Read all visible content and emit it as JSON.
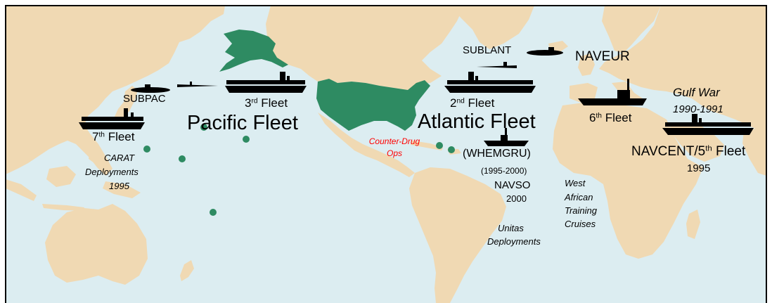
{
  "colors": {
    "ocean": "#dcedf1",
    "land": "#f0d9b3",
    "usa": "#2e8b62",
    "alaska": "#2e8b62",
    "dot": "#2e8b62",
    "ship": "#000000",
    "counter_drug_text": "#ff0000",
    "frame": "#000000"
  },
  "labels": {
    "subpac": "SUBPAC",
    "sublant": "SUBLANT",
    "naveur": "NAVEUR",
    "third_fleet_num": "3",
    "third_fleet_sup": "rd",
    "third_fleet_word": " Fleet",
    "second_fleet_num": "2",
    "second_fleet_sup": "nd",
    "second_fleet_word": " Fleet",
    "seventh_fleet_num": "7",
    "seventh_fleet_sup": "th",
    "seventh_fleet_word": " Fleet",
    "sixth_fleet_num": "6",
    "sixth_fleet_sup": "th",
    "sixth_fleet_word": " Fleet",
    "pacific_fleet": "Pacific Fleet",
    "atlantic_fleet": "Atlantic Fleet",
    "gulf_war": "Gulf War",
    "gulf_war_years": "1990-1991",
    "navcent_prefix": "NAVCENT/5",
    "navcent_sup": "th",
    "navcent_suffix": " Fleet",
    "navcent_year": "1995",
    "counter_drug_line1": "Counter-Drug",
    "counter_drug_line2": "Ops",
    "whemgru": "(WHEMGRU)",
    "whemgru_years": "(1995-2000)",
    "navso": "NAVSO",
    "navso_year": "2000",
    "carat_line1": "CARAT",
    "carat_line2": "Deployments",
    "carat_line3": "1995",
    "west_african_line1": "West",
    "west_african_line2": "African",
    "west_african_line3": "Training",
    "west_african_line4": "Cruises",
    "unitas_line1": "Unitas",
    "unitas_line2": "Deployments"
  },
  "icons": {
    "carrier": "aircraft-carrier-silhouette",
    "submarine": "submarine-silhouette",
    "destroyer": "destroyer-silhouette",
    "deployment_dot": "deployment-dot"
  }
}
